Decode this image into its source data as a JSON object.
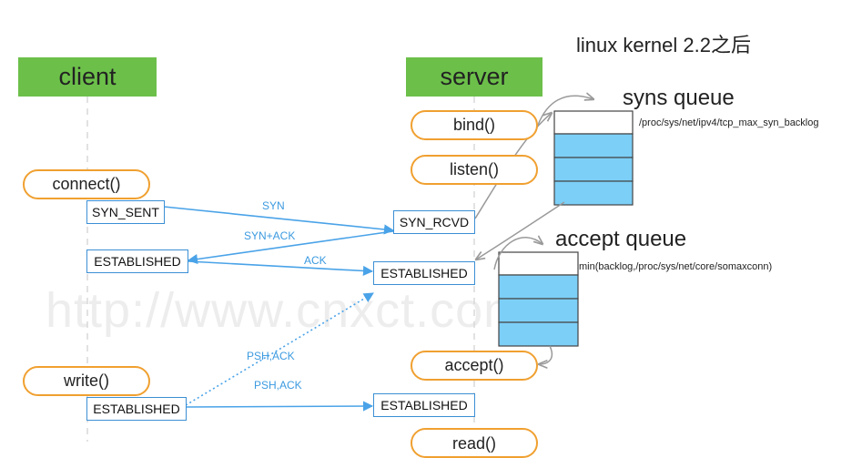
{
  "title": "linux  kernel 2.2之后",
  "client": {
    "label": "client",
    "calls": [
      "connect()",
      "write()"
    ],
    "states": [
      "SYN_SENT",
      "ESTABLISHED",
      "ESTABLISHED"
    ]
  },
  "server": {
    "label": "server",
    "calls": [
      "bind()",
      "listen()",
      "accept()",
      "read()"
    ],
    "states": [
      "SYN_RCVD",
      "ESTABLISHED",
      "ESTABLISHED"
    ]
  },
  "messages": [
    "SYN",
    "SYN+ACK",
    "ACK",
    "PSH,ACK",
    "PSH,ACK"
  ],
  "syns_queue": {
    "title": "syns queue",
    "param": "/proc/sys/net/ipv4/tcp_max_syn_backlog"
  },
  "accept_queue": {
    "title": "accept queue",
    "param": "min(backlog,/proc/sys/net/core/somaxconn)"
  },
  "watermark": "http://www.cnxct.com",
  "colors": {
    "actor_fill": "#6cc04a",
    "call_border": "#f0a030",
    "state_border": "#3b8fd4",
    "arrow": "#4aa3e8",
    "queue_fill": "#7ccff7",
    "queue_border": "#444444",
    "flow_arrow": "#9a9a9a"
  }
}
